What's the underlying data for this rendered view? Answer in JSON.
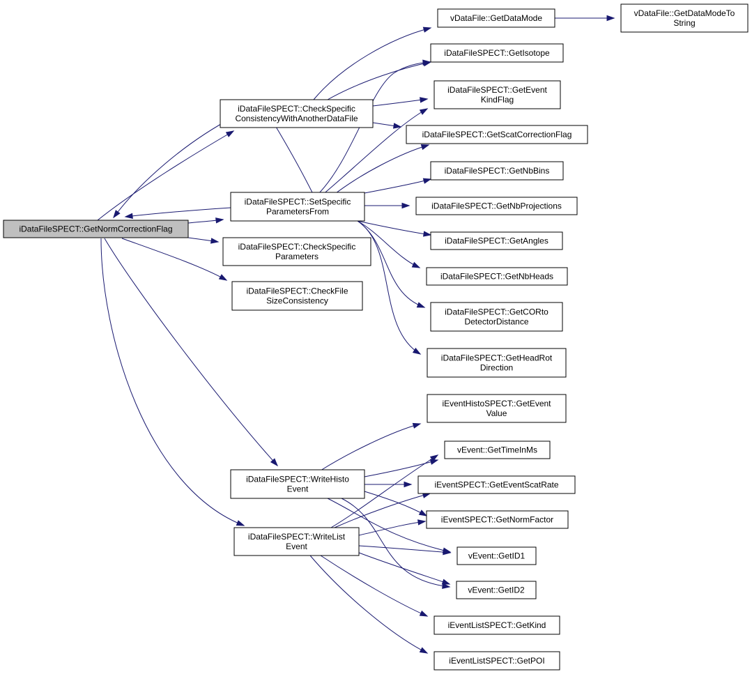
{
  "diagram": {
    "kind": "call-graph",
    "colors": {
      "edge": "#191970",
      "root_fill": "#bfbfbf",
      "node_fill": "#ffffff",
      "node_stroke": "#000000"
    },
    "nodes": {
      "root": {
        "lines": [
          "iDataFileSPECT::GetNormCorrectionFlag"
        ],
        "highlighted": true
      },
      "check_consist": {
        "lines": [
          "iDataFileSPECT::CheckSpecific",
          "ConsistencyWithAnotherDataFile"
        ]
      },
      "set_params": {
        "lines": [
          "iDataFileSPECT::SetSpecific",
          "ParametersFrom"
        ]
      },
      "check_params": {
        "lines": [
          "iDataFileSPECT::CheckSpecific",
          "Parameters"
        ]
      },
      "check_size": {
        "lines": [
          "iDataFileSPECT::CheckFile",
          "SizeConsistency"
        ]
      },
      "write_histo": {
        "lines": [
          "iDataFileSPECT::WriteHisto",
          "Event"
        ]
      },
      "write_list": {
        "lines": [
          "iDataFileSPECT::WriteList",
          "Event"
        ]
      },
      "get_datamode": {
        "lines": [
          "vDataFile::GetDataMode"
        ]
      },
      "datamode_str": {
        "lines": [
          "vDataFile::GetDataModeTo",
          "String"
        ]
      },
      "get_isotope": {
        "lines": [
          "iDataFileSPECT::GetIsotope"
        ]
      },
      "get_evkind": {
        "lines": [
          "iDataFileSPECT::GetEvent",
          "KindFlag"
        ]
      },
      "get_scatflag": {
        "lines": [
          "iDataFileSPECT::GetScatCorrectionFlag"
        ]
      },
      "get_nbbins": {
        "lines": [
          "iDataFileSPECT::GetNbBins"
        ]
      },
      "get_nbproj": {
        "lines": [
          "iDataFileSPECT::GetNbProjections"
        ]
      },
      "get_angles": {
        "lines": [
          "iDataFileSPECT::GetAngles"
        ]
      },
      "get_nbheads": {
        "lines": [
          "iDataFileSPECT::GetNbHeads"
        ]
      },
      "get_cor": {
        "lines": [
          "iDataFileSPECT::GetCORto",
          "DetectorDistance"
        ]
      },
      "get_headrot": {
        "lines": [
          "iDataFileSPECT::GetHeadRot",
          "Direction"
        ]
      },
      "histo_value": {
        "lines": [
          "iEventHistoSPECT::GetEvent",
          "Value"
        ]
      },
      "get_time": {
        "lines": [
          "vEvent::GetTimeInMs"
        ]
      },
      "get_scatrate": {
        "lines": [
          "iEventSPECT::GetEventScatRate"
        ]
      },
      "get_norm": {
        "lines": [
          "iEventSPECT::GetNormFactor"
        ]
      },
      "get_id1": {
        "lines": [
          "vEvent::GetID1"
        ]
      },
      "get_id2": {
        "lines": [
          "vEvent::GetID2"
        ]
      },
      "get_kind": {
        "lines": [
          "iEventListSPECT::GetKind"
        ]
      },
      "get_poi": {
        "lines": [
          "iEventListSPECT::GetPOI"
        ]
      }
    },
    "edges": [
      [
        "root",
        "check_consist"
      ],
      [
        "root",
        "set_params"
      ],
      [
        "root",
        "check_params"
      ],
      [
        "root",
        "check_size"
      ],
      [
        "root",
        "write_histo"
      ],
      [
        "root",
        "write_list"
      ],
      [
        "check_consist",
        "root"
      ],
      [
        "set_params",
        "root"
      ],
      [
        "check_consist",
        "get_datamode"
      ],
      [
        "check_consist",
        "get_isotope"
      ],
      [
        "check_consist",
        "get_evkind"
      ],
      [
        "check_consist",
        "get_scatflag"
      ],
      [
        "get_datamode",
        "datamode_str"
      ],
      [
        "set_params",
        "check_consist"
      ],
      [
        "set_params",
        "get_isotope"
      ],
      [
        "set_params",
        "get_evkind"
      ],
      [
        "set_params",
        "get_scatflag"
      ],
      [
        "set_params",
        "get_nbbins"
      ],
      [
        "set_params",
        "get_nbproj"
      ],
      [
        "set_params",
        "get_angles"
      ],
      [
        "set_params",
        "get_nbheads"
      ],
      [
        "set_params",
        "get_cor"
      ],
      [
        "set_params",
        "get_headrot"
      ],
      [
        "write_histo",
        "histo_value"
      ],
      [
        "write_histo",
        "get_time"
      ],
      [
        "write_histo",
        "get_scatrate"
      ],
      [
        "write_histo",
        "get_norm"
      ],
      [
        "write_histo",
        "get_id1"
      ],
      [
        "write_histo",
        "get_id2"
      ],
      [
        "write_list",
        "get_time"
      ],
      [
        "write_list",
        "get_scatrate"
      ],
      [
        "write_list",
        "get_norm"
      ],
      [
        "write_list",
        "get_id1"
      ],
      [
        "write_list",
        "get_id2"
      ],
      [
        "write_list",
        "get_kind"
      ],
      [
        "write_list",
        "get_poi"
      ]
    ]
  }
}
